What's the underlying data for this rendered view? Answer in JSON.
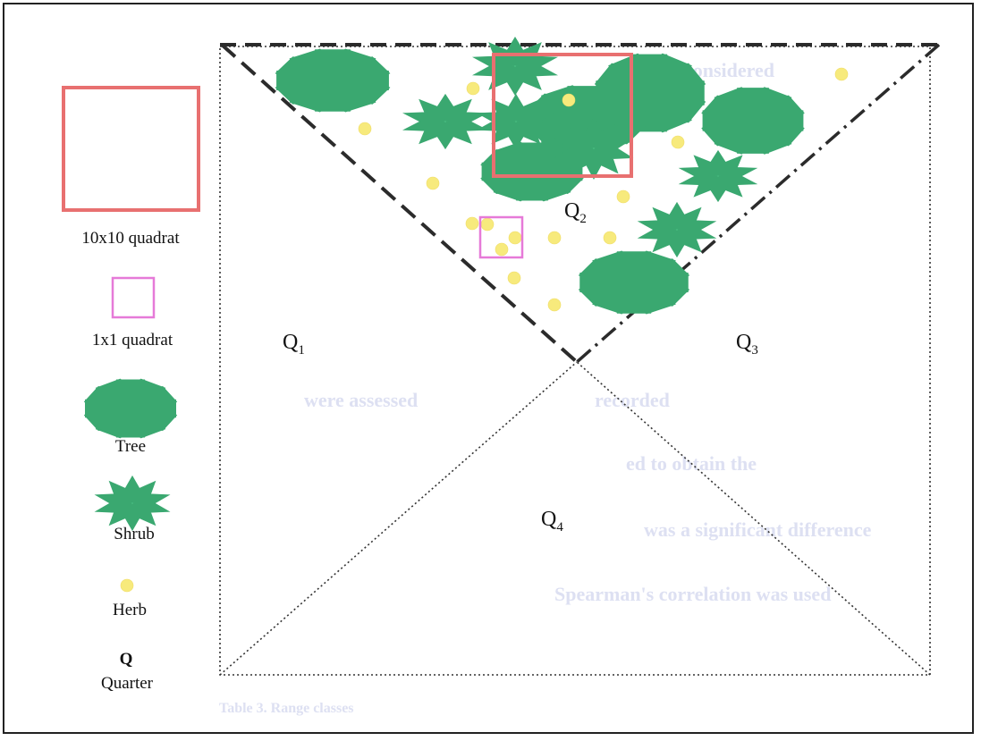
{
  "legend": {
    "large_quadrat": "10x10 quadrat",
    "small_quadrat": "1x1 quadrat",
    "tree": "Tree",
    "shrub": "Shrub",
    "herb": "Herb",
    "quarter_symbol": "Q",
    "quarter": "Quarter"
  },
  "quarters": {
    "q1": {
      "letter": "Q",
      "index": "1"
    },
    "q2": {
      "letter": "Q",
      "index": "2"
    },
    "q3": {
      "letter": "Q",
      "index": "3"
    },
    "q4": {
      "letter": "Q",
      "index": "4"
    }
  },
  "background_text": [
    "considered",
    "were assessed",
    "recorded",
    "ed to obtain the",
    "was a significant difference",
    "Spearman's correlation was used",
    "Table 3. Range classes"
  ],
  "colors": {
    "large_quadrat": "#e87070",
    "small_quadrat": "#e67ad8",
    "plant_fill": "#4cc084",
    "herb_fill": "#f7ea7c",
    "line": "#2b2b2b",
    "faded_text": "#dde0f2"
  },
  "icons": {
    "tree": "tree-icon",
    "shrub": "shrub-icon",
    "herb": "herb-icon"
  }
}
